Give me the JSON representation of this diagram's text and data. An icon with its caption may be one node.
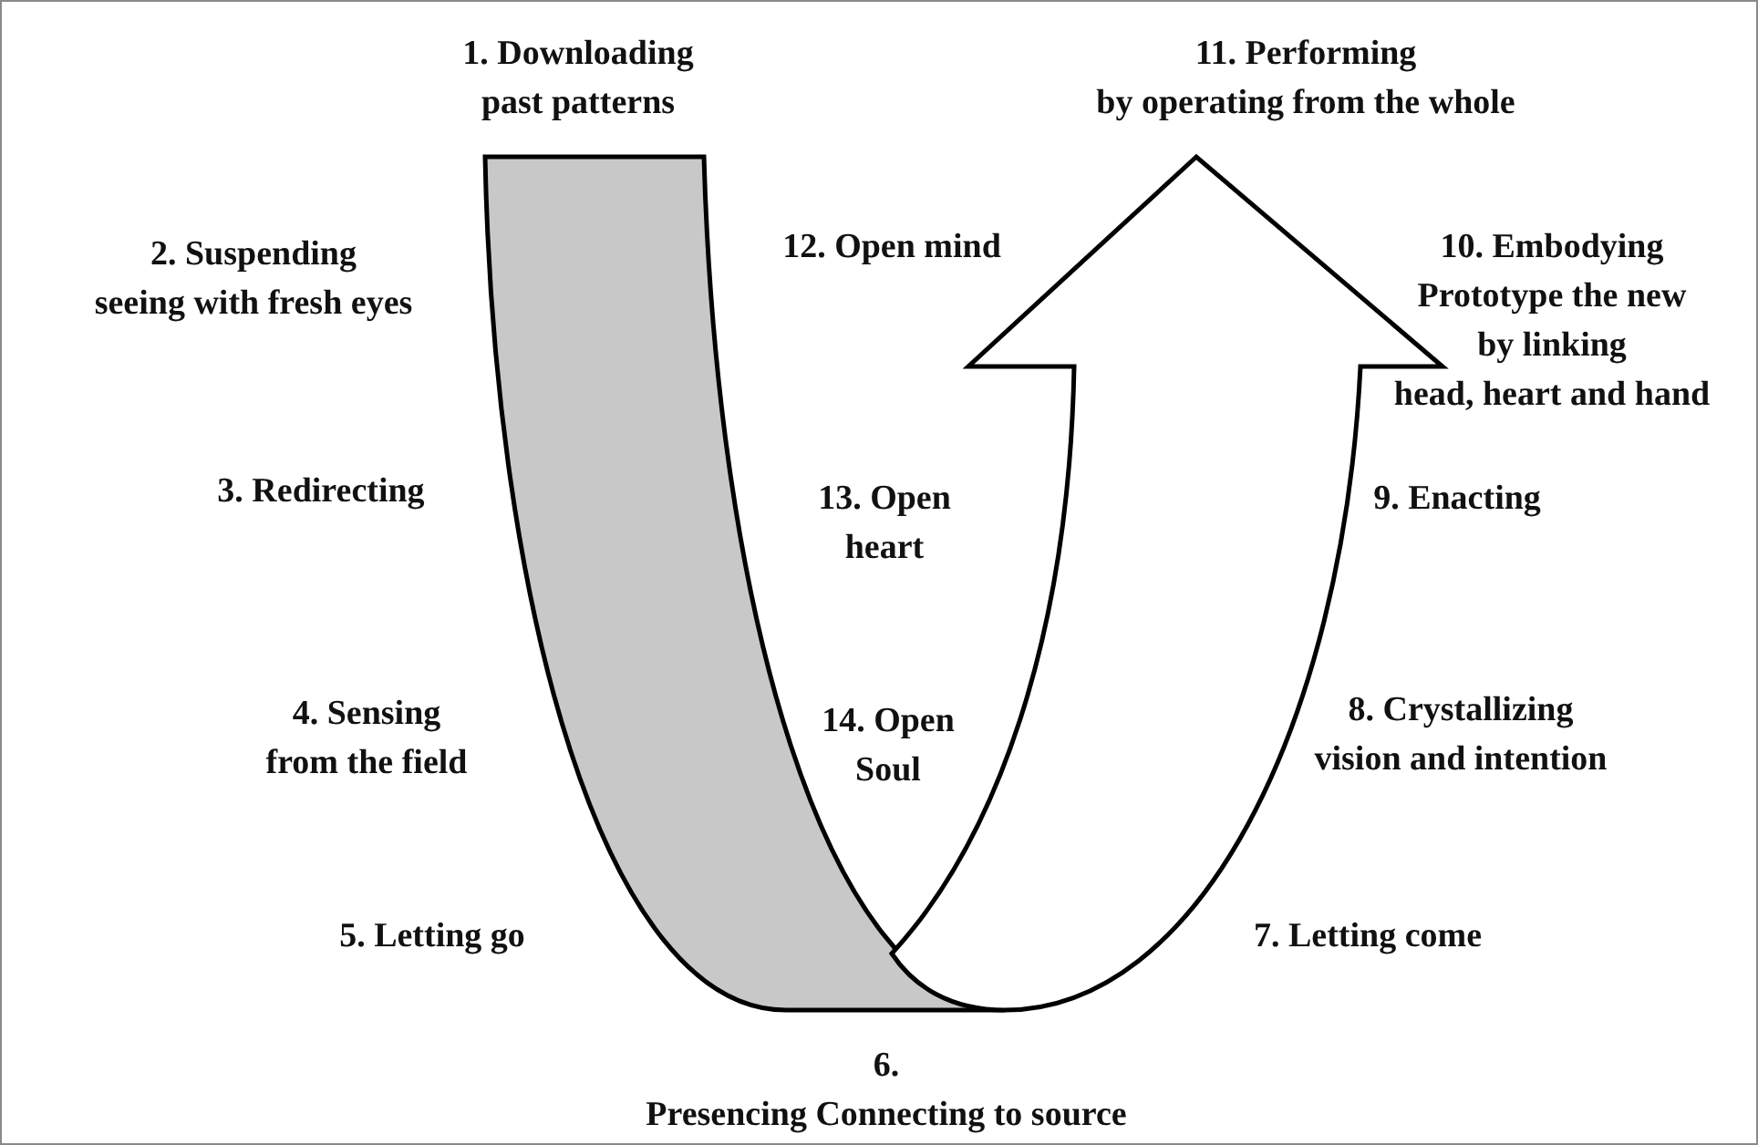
{
  "diagram": {
    "labels": [
      "1. Downloading past patterns",
      "11. Performing by operating from the whole",
      "2. Suspending seeing with fresh eyes",
      "12. Open mind",
      "10. Embodying Prototype the new by linking head, heart and hand",
      "3. Redirecting",
      "13. Open heart",
      "9. Enacting",
      "4. Sensing from the field",
      "14. Open Soul",
      "8. Crystallizing vision and intention",
      "5. Letting go",
      "7. Letting come",
      "6. Presencing Connecting to source"
    ]
  }
}
